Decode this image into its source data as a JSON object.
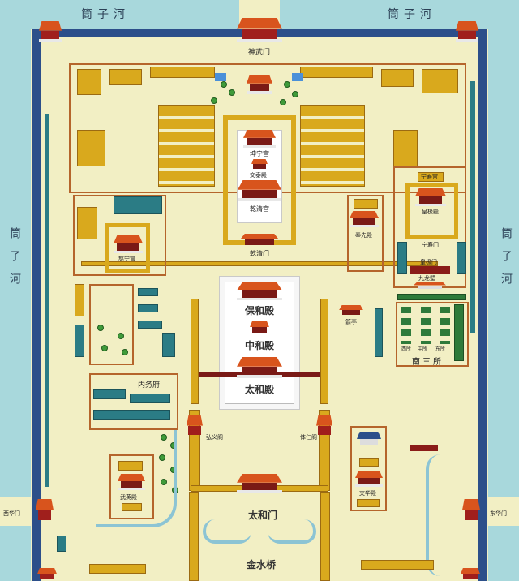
{
  "moat": {
    "top_left": "筒子河",
    "top_right": "筒子河",
    "left": "筒子河",
    "right": "筒子河"
  },
  "gates": {
    "north": "神武门",
    "west": "西华门",
    "east": "东华门",
    "qianqing": "乾清门",
    "taihe": "太和门",
    "ningshou": "宁寿门",
    "huangji": "皇极门"
  },
  "inner_court": {
    "kunning": "坤宁宫",
    "jiaotai": "交泰殿",
    "qianqing": "乾清宫"
  },
  "outer_court": {
    "baohe": "保和殿",
    "zhonghe": "中和殿",
    "taihe": "太和殿",
    "hongyi": "弘义阁",
    "tiren": "体仁阁"
  },
  "bridge": "金水桥",
  "west": {
    "cining": "慈宁宫",
    "neiwufu": "内务府",
    "wuying": "武英殿"
  },
  "east": {
    "ningshou": "宁寿宫",
    "huangji": "皇极殿",
    "jiulongbi": "九龙壁",
    "fengxian": "奉先殿",
    "jianting": "箭亭",
    "nansansuo": "南三所",
    "xisuo": "西所",
    "zhongsuo": "中所",
    "dongsuo": "东所",
    "wenhua": "文华殿"
  },
  "colors": {
    "ground": "#f2efc4",
    "moat": "#a8d8dc",
    "wall": "#2c4f8a",
    "building": "#d9a91d",
    "teal": "#2b7c85",
    "roof": "#d8541d",
    "outline": "#b5652c"
  }
}
